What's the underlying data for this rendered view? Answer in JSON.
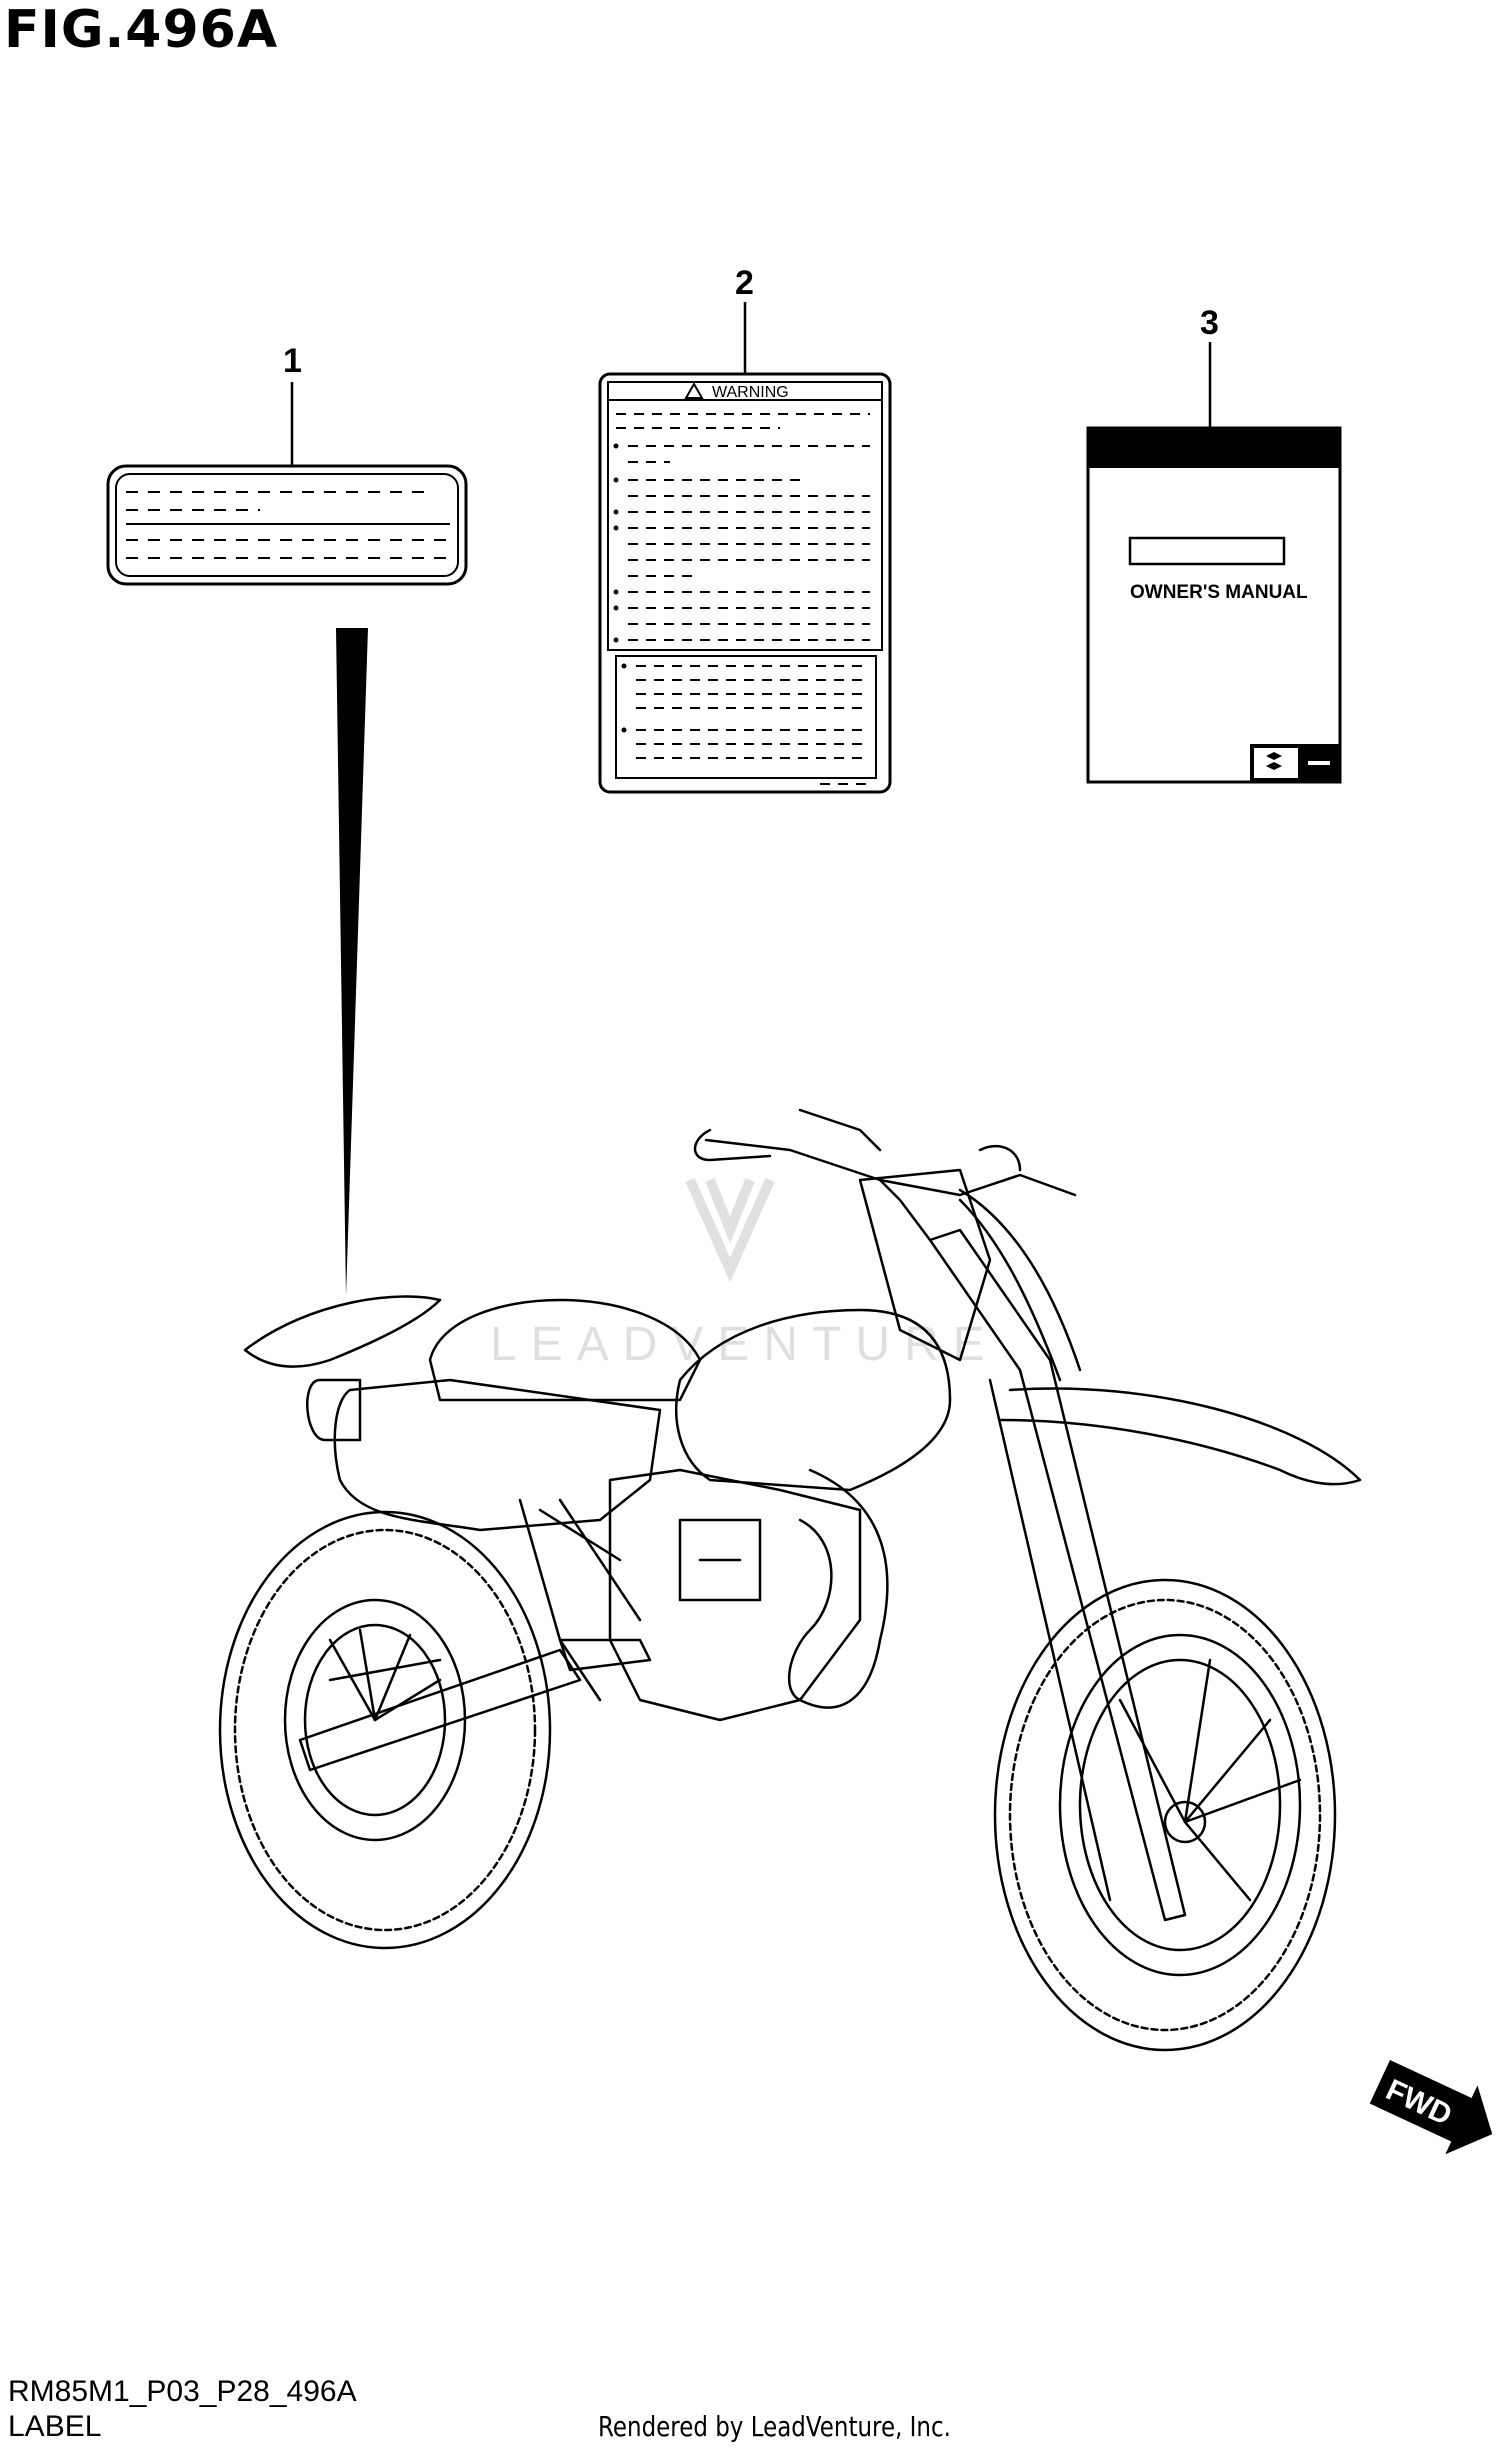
{
  "figure": {
    "title": "FIG.496A",
    "code": "RM85M1_P03_P28_496A",
    "caption": "LABEL",
    "credit": "Rendered by LeadVenture, Inc.",
    "watermark": "LEADVENTURE"
  },
  "parts": [
    {
      "number": "1"
    },
    {
      "number": "2",
      "heading": "WARNING"
    },
    {
      "number": "3",
      "heading": "OWNER'S MANUAL"
    }
  ],
  "direction": "FWD"
}
